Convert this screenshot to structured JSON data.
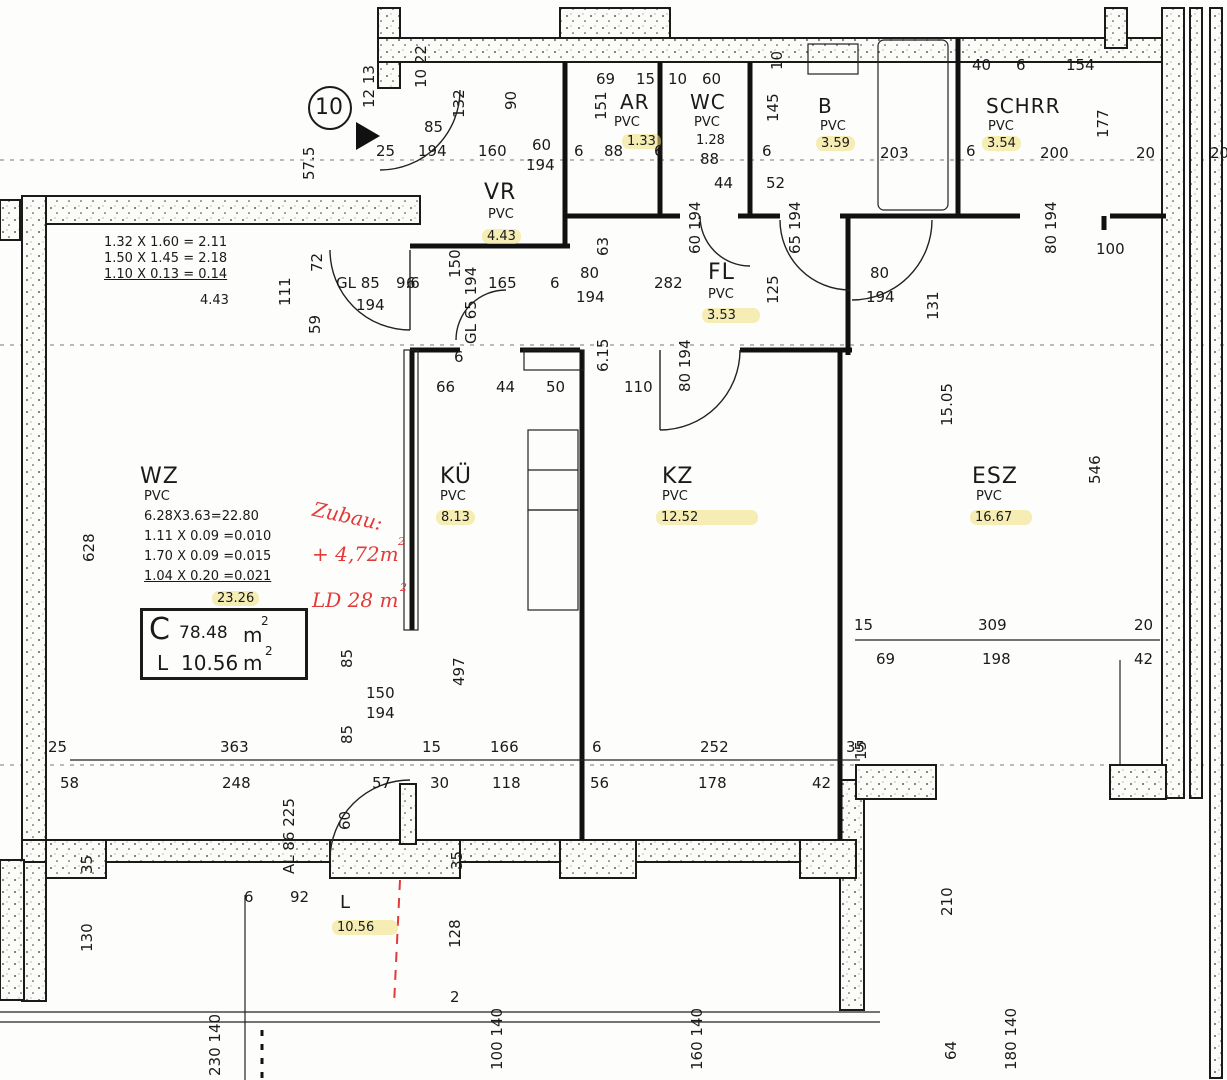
{
  "plan_number": "10",
  "rooms": {
    "wz": {
      "name": "WZ",
      "floor": "PVC",
      "calc": [
        "6.28X3.63=22.80",
        "1.11 X 0.09 =0.010",
        "1.70 X 0.09 =0.015",
        "1.04 X 0.20 =0.021"
      ],
      "area": "23.26"
    },
    "ku": {
      "name": "KÜ",
      "floor": "PVC",
      "area": "8.13"
    },
    "kz": {
      "name": "KZ",
      "floor": "PVC",
      "area": "12.52"
    },
    "esz": {
      "name": "ESZ",
      "floor": "PVC",
      "area": "16.67"
    },
    "vr": {
      "name": "VR",
      "floor": "PVC",
      "area": "4.43"
    },
    "fl": {
      "name": "FL",
      "floor": "PVC",
      "area": "3.53"
    },
    "ar": {
      "name": "AR",
      "floor": "PVC",
      "area": "1.33"
    },
    "wc": {
      "name": "WC",
      "floor": "PVC",
      "area": "1.28"
    },
    "b": {
      "name": "B",
      "floor": "PVC",
      "area": "3.59"
    },
    "schrr": {
      "name": "SCHRR",
      "floor": "PVC",
      "area": "3.54"
    },
    "loggia": {
      "name": "L",
      "area": "10.56"
    }
  },
  "wz_calc_upper": [
    "1.32 X 1.60 = 2.11",
    "1.50 X 1.45 = 2.18",
    "1.10 X 0.13 = 0.14"
  ],
  "wz_calc_upper_area": "4.43",
  "summary": {
    "c_letter": "C",
    "c_value": "78.48",
    "c_unit": "m",
    "l_letter": "L",
    "l_value": "10.56",
    "l_unit": "m",
    "exp": "2"
  },
  "annotations": {
    "zubau": "Zubau:",
    "plus_area": "+ 4,72m",
    "ld": "LD 28 m",
    "exp": "2"
  },
  "dims_h": [
    {
      "id": "d1",
      "text": "85"
    },
    {
      "id": "d2",
      "text": "194"
    },
    {
      "id": "d3",
      "text": "160"
    },
    {
      "id": "d4",
      "text": "60"
    },
    {
      "id": "d5",
      "text": "194"
    },
    {
      "id": "d6",
      "text": "6"
    },
    {
      "id": "d7",
      "text": "88"
    },
    {
      "id": "d8",
      "text": "88"
    },
    {
      "id": "d9",
      "text": "203"
    },
    {
      "id": "d10",
      "text": "200"
    },
    {
      "id": "d11",
      "text": "20"
    },
    {
      "id": "d12",
      "text": "20"
    },
    {
      "id": "d13",
      "text": "40"
    },
    {
      "id": "d14",
      "text": "6"
    },
    {
      "id": "d15",
      "text": "154"
    },
    {
      "id": "d16",
      "text": "69"
    },
    {
      "id": "d17",
      "text": "15"
    },
    {
      "id": "d18",
      "text": "10"
    },
    {
      "id": "d19",
      "text": "60"
    },
    {
      "id": "d20",
      "text": "44"
    },
    {
      "id": "d21",
      "text": "52"
    },
    {
      "id": "d22",
      "text": "80"
    },
    {
      "id": "d23",
      "text": "194"
    },
    {
      "id": "d24",
      "text": "282"
    },
    {
      "id": "d25",
      "text": "80"
    },
    {
      "id": "d26",
      "text": "194"
    },
    {
      "id": "d27",
      "text": "100"
    },
    {
      "id": "d28",
      "text": "GL 85"
    },
    {
      "id": "d29",
      "text": "194"
    },
    {
      "id": "d30",
      "text": "9.6"
    },
    {
      "id": "d31",
      "text": "165"
    },
    {
      "id": "d32",
      "text": "66"
    },
    {
      "id": "d33",
      "text": "44"
    },
    {
      "id": "d34",
      "text": "50"
    },
    {
      "id": "d35",
      "text": "110"
    },
    {
      "id": "d36",
      "text": "309"
    },
    {
      "id": "d37",
      "text": "20"
    },
    {
      "id": "d38",
      "text": "69"
    },
    {
      "id": "d39",
      "text": "198"
    },
    {
      "id": "d40",
      "text": "42"
    },
    {
      "id": "d41",
      "text": "150"
    },
    {
      "id": "d42",
      "text": "194"
    },
    {
      "id": "d43",
      "text": "25"
    },
    {
      "id": "d44",
      "text": "363"
    },
    {
      "id": "d45",
      "text": "15"
    },
    {
      "id": "d46",
      "text": "166"
    },
    {
      "id": "d47",
      "text": "6"
    },
    {
      "id": "d48",
      "text": "252"
    },
    {
      "id": "d49",
      "text": "35"
    },
    {
      "id": "d50",
      "text": "58"
    },
    {
      "id": "d51",
      "text": "248"
    },
    {
      "id": "d52",
      "text": "57"
    },
    {
      "id": "d53",
      "text": "30"
    },
    {
      "id": "d54",
      "text": "118"
    },
    {
      "id": "d55",
      "text": "56"
    },
    {
      "id": "d56",
      "text": "178"
    },
    {
      "id": "d57",
      "text": "42"
    },
    {
      "id": "d58",
      "text": "6"
    },
    {
      "id": "d59",
      "text": "92"
    },
    {
      "id": "d60",
      "text": "2"
    },
    {
      "id": "d61",
      "text": "25"
    },
    {
      "id": "d62",
      "text": "6"
    },
    {
      "id": "d63",
      "text": "6"
    },
    {
      "id": "d64",
      "text": "6"
    },
    {
      "id": "d65",
      "text": "6"
    },
    {
      "id": "d66",
      "text": "6"
    },
    {
      "id": "d67",
      "text": "15"
    },
    {
      "id": "d68",
      "text": "6"
    }
  ],
  "dims_v": [
    {
      "id": "v1",
      "text": "132"
    },
    {
      "id": "v2",
      "text": "90"
    },
    {
      "id": "v3",
      "text": "151"
    },
    {
      "id": "v4",
      "text": "145"
    },
    {
      "id": "v5",
      "text": "177"
    },
    {
      "id": "v6",
      "text": "57.5"
    },
    {
      "id": "v7",
      "text": "72"
    },
    {
      "id": "v8",
      "text": "111"
    },
    {
      "id": "v9",
      "text": "59"
    },
    {
      "id": "v10",
      "text": "150"
    },
    {
      "id": "v11",
      "text": "63"
    },
    {
      "id": "v12",
      "text": "60 194"
    },
    {
      "id": "v13",
      "text": "65 194"
    },
    {
      "id": "v14",
      "text": "80 194"
    },
    {
      "id": "v15",
      "text": "125"
    },
    {
      "id": "v16",
      "text": "131"
    },
    {
      "id": "v17",
      "text": "15.05"
    },
    {
      "id": "v18",
      "text": "546"
    },
    {
      "id": "v19",
      "text": "628"
    },
    {
      "id": "v20",
      "text": "497"
    },
    {
      "id": "v21",
      "text": "85"
    },
    {
      "id": "v22",
      "text": "85"
    },
    {
      "id": "v23",
      "text": "80 194"
    },
    {
      "id": "v24",
      "text": "6.15"
    },
    {
      "id": "v25",
      "text": "130"
    },
    {
      "id": "v26",
      "text": "128"
    },
    {
      "id": "v27",
      "text": "210"
    },
    {
      "id": "v28",
      "text": "230 140"
    },
    {
      "id": "v29",
      "text": "100 140"
    },
    {
      "id": "v30",
      "text": "160 140"
    },
    {
      "id": "v31",
      "text": "64"
    },
    {
      "id": "v32",
      "text": "180 140"
    },
    {
      "id": "v33",
      "text": "35"
    },
    {
      "id": "v34",
      "text": "35"
    },
    {
      "id": "v35",
      "text": "60"
    },
    {
      "id": "v36",
      "text": "AL 86 225"
    },
    {
      "id": "v37",
      "text": "GL 65 194"
    },
    {
      "id": "v38",
      "text": "10 22"
    },
    {
      "id": "v39",
      "text": "12 13"
    },
    {
      "id": "v40",
      "text": "15"
    },
    {
      "id": "v41",
      "text": "10"
    }
  ]
}
